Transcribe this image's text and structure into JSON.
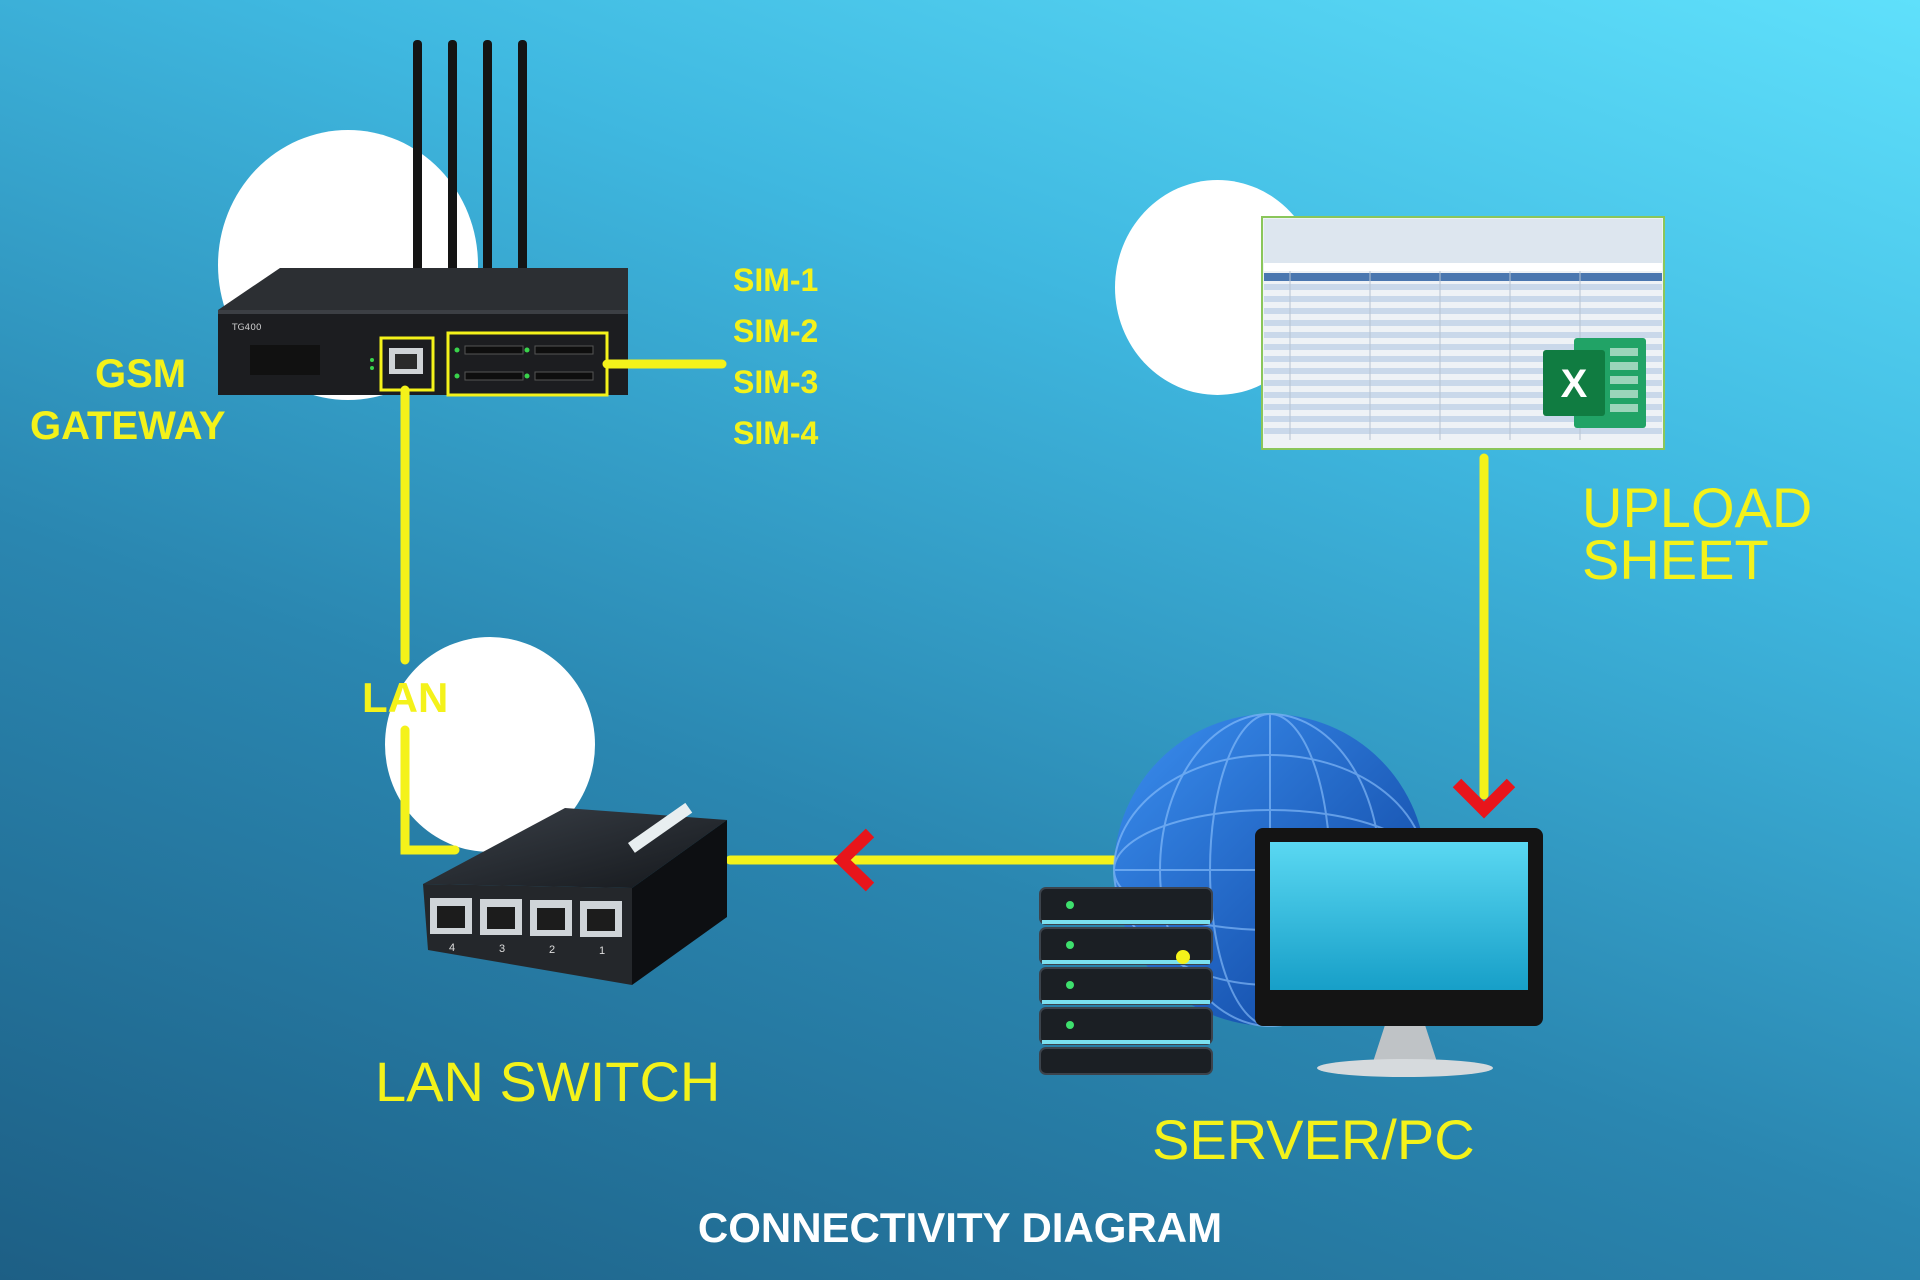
{
  "labels": {
    "gateway_line1": "GSM",
    "gateway_line2": "GATEWAY",
    "sims": [
      "SIM-1",
      "SIM-2",
      "SIM-3",
      "SIM-4"
    ],
    "lan": "LAN",
    "lan_switch": "LAN SWITCH",
    "upload_line1": "UPLOAD",
    "upload_line2": "SHEET",
    "server_pc": "SERVER/PC",
    "footer": "CONNECTIVITY DIAGRAM",
    "gateway_brand": "TG400",
    "switch_ports": [
      "4",
      "3",
      "2",
      "1"
    ],
    "excel_letter": "X"
  },
  "colors": {
    "connector": "#f4f21a",
    "arrow": "#e8151b",
    "background_top": "#5fe0fb",
    "background_bottom": "#1d5f85"
  },
  "icons": [
    "antenna-icon",
    "gsm-gateway-device",
    "ethernet-port-icon",
    "sim-slot-icon",
    "lan-switch-device",
    "globe-icon",
    "server-rack-icon",
    "monitor-icon",
    "excel-logo-icon",
    "spreadsheet-screenshot"
  ]
}
